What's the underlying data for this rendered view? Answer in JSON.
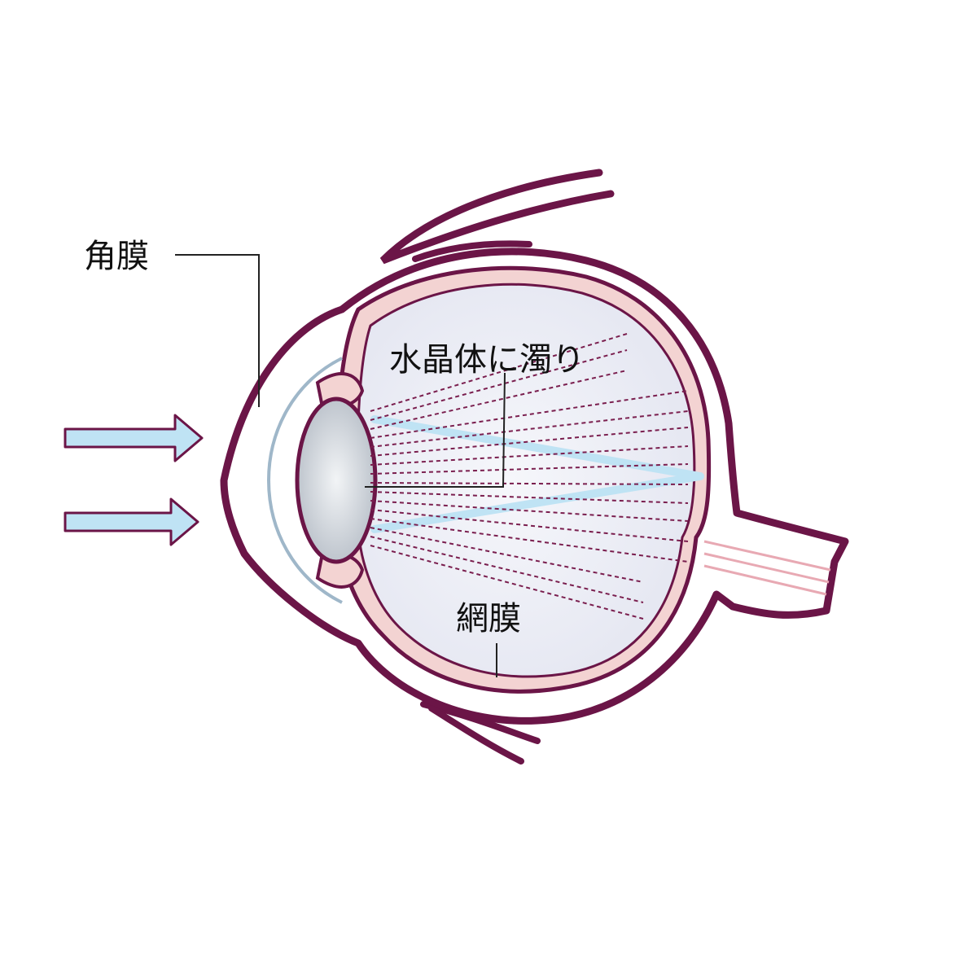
{
  "labels": {
    "cornea": "角膜",
    "lens": "水晶体に濁り",
    "retina": "網膜"
  },
  "colors": {
    "outline": "#6b1547",
    "choroid": "#f3d3d2",
    "vitreous": "#eef0f8",
    "light_beam": "#bfe3f4",
    "scatter_ray": "#7a1e4e",
    "leader_line": "#222222",
    "lens_fill": "#c9cfd7",
    "cornea_inner": "#9fb7c9"
  }
}
